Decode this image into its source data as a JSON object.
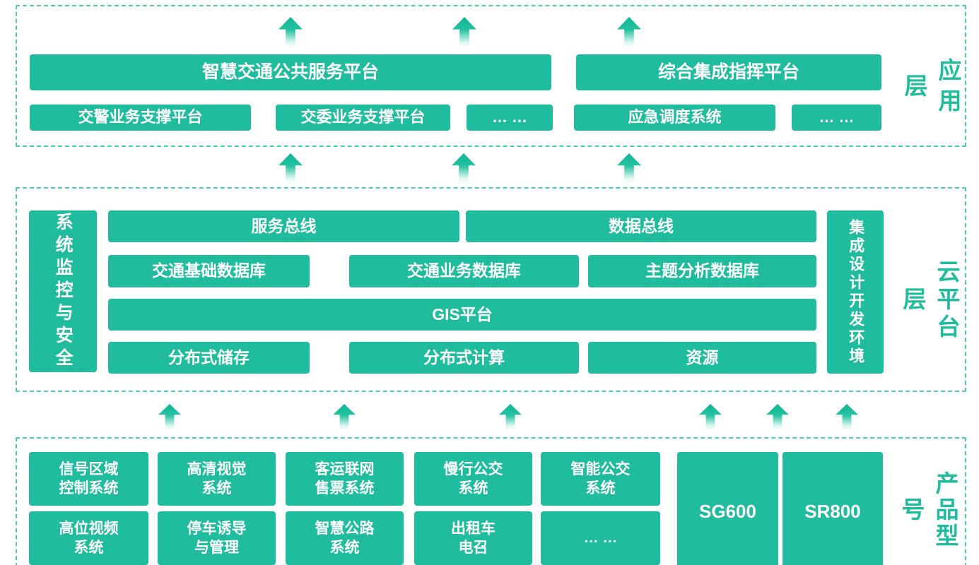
{
  "colors": {
    "green": "#1fbc9e",
    "dash_border": "#45d1b2",
    "box_text": "#ffffff"
  },
  "app_layer": {
    "label": "应用层",
    "main_boxes": [
      {
        "label": "智慧交通公共服务平台"
      },
      {
        "label": "综合集成指挥平台"
      }
    ],
    "sub_boxes": [
      {
        "label": "交警业务支撑平台"
      },
      {
        "label": "交委业务支撑平台"
      },
      {
        "label": "… …"
      },
      {
        "label": "应急调度系统"
      },
      {
        "label": "… …"
      }
    ]
  },
  "cloud_layer": {
    "label": "云平台层",
    "left_vertical_box": "系统监控与安全",
    "right_vertical_box": "集成设计开发环境",
    "bus_row": [
      {
        "label": "服务总线"
      },
      {
        "label": "数据总线"
      }
    ],
    "db_row": [
      {
        "label": "交通基础数据库"
      },
      {
        "label": "交通业务数据库"
      },
      {
        "label": "主题分析数据库"
      }
    ],
    "gis_row": {
      "label": "GIS平台"
    },
    "dist_row": [
      {
        "label": "分布式储存"
      },
      {
        "label": "分布式计算"
      },
      {
        "label": "资源"
      }
    ]
  },
  "product_layer": {
    "label": "产品型号",
    "row1": [
      {
        "label": "信号区域\n控制系统"
      },
      {
        "label": "高清视觉\n系统"
      },
      {
        "label": "客运联网\n售票系统"
      },
      {
        "label": "慢行公交\n系统"
      },
      {
        "label": "智能公交\n系统"
      }
    ],
    "row2": [
      {
        "label": "高位视频\n系统"
      },
      {
        "label": "停车诱导\n与管理"
      },
      {
        "label": "智慧公路\n系统"
      },
      {
        "label": "出租车\n电召"
      },
      {
        "label": "… …"
      }
    ],
    "models": [
      {
        "label": "SG600"
      },
      {
        "label": "SR800"
      }
    ]
  }
}
